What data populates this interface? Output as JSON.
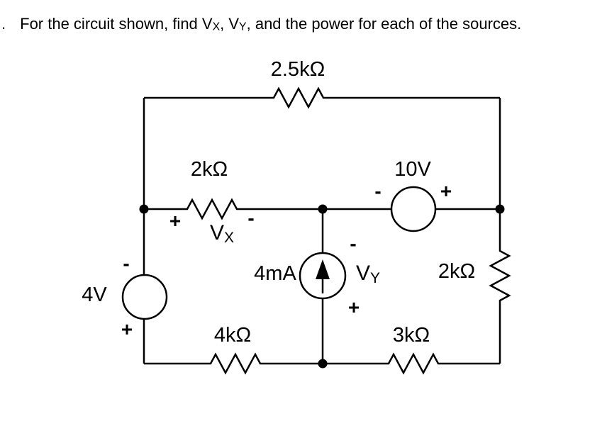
{
  "title": {
    "number_marker": ".",
    "before_vx": "For the circuit shown, find V",
    "vx_sub": "X",
    "between": ", V",
    "vy_sub": "Y",
    "after": ", and the power for each of the sources."
  },
  "circuit": {
    "resistor_top": "2.5kΩ",
    "resistor_mid": "2kΩ",
    "resistor_right": "2kΩ",
    "resistor_bottom_left": "4kΩ",
    "resistor_bottom_right": "3kΩ",
    "source_4v": "4V",
    "source_10v": "10V",
    "source_4ma": "4mA",
    "vx_name": "V",
    "vx_sub": "X",
    "vy_name": "V",
    "vy_sub": "Y",
    "plus": "+",
    "minus": "-",
    "line_color": "#000000"
  }
}
